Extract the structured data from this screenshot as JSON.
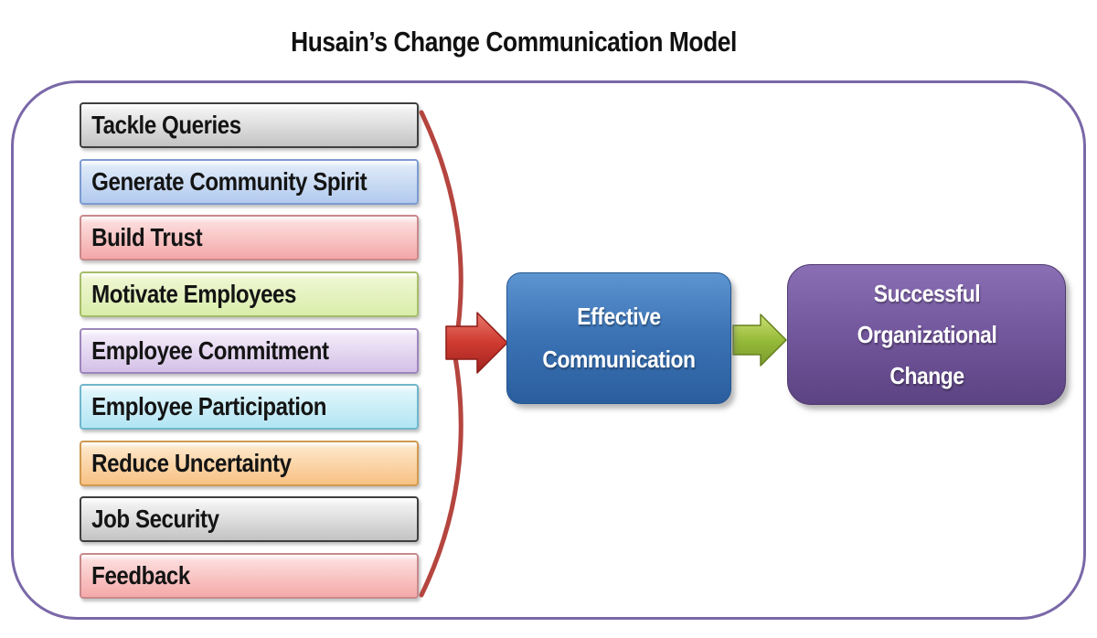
{
  "title": "Husain’s Change Communication Model",
  "drivers": {
    "items": [
      {
        "label": "Tackle Queries",
        "fill_top": "#f1f1f1",
        "fill_bottom": "#c3c3c3",
        "border": "#3f3f3f"
      },
      {
        "label": "Generate Community Spirit",
        "fill_top": "#dde9f8",
        "fill_bottom": "#b2caee",
        "border": "#7d9bd1"
      },
      {
        "label": "Build Trust",
        "fill_top": "#fcdcdc",
        "fill_bottom": "#f4a7a7",
        "border": "#c8898b"
      },
      {
        "label": "Motivate Employees",
        "fill_top": "#eef6d0",
        "fill_bottom": "#d9edaa",
        "border": "#a6bd68"
      },
      {
        "label": "Employee Commitment",
        "fill_top": "#f1e9f8",
        "fill_bottom": "#d4c0e7",
        "border": "#9d86bb"
      },
      {
        "label": "Employee Participation",
        "fill_top": "#def5fb",
        "fill_bottom": "#b2e5f3",
        "border": "#6fb6cc"
      },
      {
        "label": "Reduce Uncertainty",
        "fill_top": "#fde5c5",
        "fill_bottom": "#f8c184",
        "border": "#d0994f"
      },
      {
        "label": "Job Security",
        "fill_top": "#f1f1f1",
        "fill_bottom": "#c3c3c3",
        "border": "#3f3f3f"
      },
      {
        "label": "Feedback",
        "fill_top": "#fcdbdb",
        "fill_bottom": "#f5a9a9",
        "border": "#c8898b"
      }
    ]
  },
  "nodes": {
    "effective_communication": {
      "label": "Effective Communication",
      "fill_top": "#5d95d1",
      "fill_mid": "#3c74b6",
      "fill_bottom": "#2a5e9e",
      "border": "#245590"
    },
    "successful_change": {
      "label": "Successful Organizational Change",
      "fill_top": "#8a6fb4",
      "fill_mid": "#75599f",
      "fill_bottom": "#5c4382",
      "border": "#4e3a6e"
    }
  },
  "connectors": {
    "brace_color": "#b5453f",
    "red_arrow": {
      "light": "#e8796c",
      "mid": "#cf3a30",
      "dark": "#a0231f",
      "outline": "#8c1b17"
    },
    "green_arrow": {
      "light": "#cbe073",
      "mid": "#97bb3a",
      "dark": "#7a9a2b",
      "outline": "#66801f"
    }
  },
  "frame_border_color": "#7a68a8"
}
